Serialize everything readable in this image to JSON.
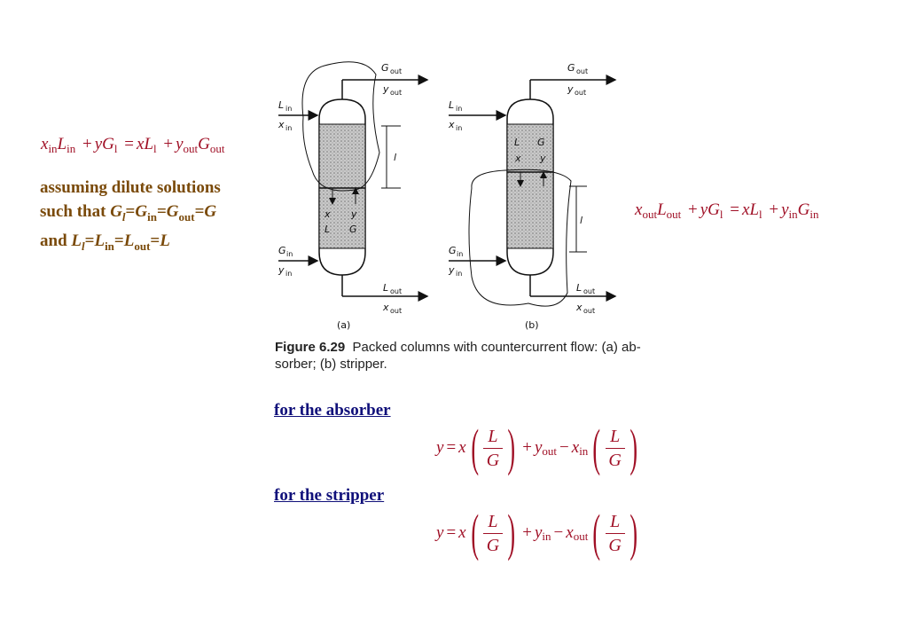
{
  "left_equation": {
    "x": "x",
    "x_sub": "in",
    "L": "L",
    "L_sub": "in",
    "plus1": "+",
    "y": "y",
    "G": "G",
    "G_sub": "l",
    "equals": "=",
    "x2": "x",
    "L2": "L",
    "L2_sub": "l",
    "plus2": "+",
    "y2": "y",
    "y2_sub": "out",
    "G2": "G",
    "G2_sub": "out"
  },
  "assumption": {
    "line1": "assuming dilute solutions",
    "line2_prefix": "such that ",
    "line3_prefix": "and "
  },
  "right_equation": {
    "x": "x",
    "x_sub": "out",
    "L": "L",
    "L_sub": "out",
    "plus1": "+",
    "y": "y",
    "G": "G",
    "G_sub": "l",
    "equals": "=",
    "x2": "x",
    "L2": "L",
    "L2_sub": "l",
    "plus2": "+",
    "y2": "y",
    "y2_sub": "in",
    "G2": "G",
    "G2_sub": "in"
  },
  "figure": {
    "label_a": "(a)",
    "label_b": "(b)",
    "G_out": "G",
    "out": "out",
    "in": "in",
    "l": "l",
    "caption_bold": "Figure 6.29",
    "caption_text": "Packed columns with countercurrent flow: (a) ab-",
    "caption_text2": "sorber; (b) stripper."
  },
  "absorber": {
    "heading": "for the absorber",
    "y": "y",
    "eq": "=",
    "x": "x",
    "L": "L",
    "G": "G",
    "plus": "+",
    "y_sub": "out",
    "minus": "−",
    "x_sub": "in"
  },
  "stripper": {
    "heading": "for the stripper",
    "y": "y",
    "eq": "=",
    "x": "x",
    "L": "L",
    "G": "G",
    "plus": "+",
    "y_sub": "in",
    "minus": "−",
    "x_sub": "out"
  },
  "colors": {
    "equation": "#a01026",
    "note": "#7a4a0a",
    "heading": "#10107a"
  }
}
